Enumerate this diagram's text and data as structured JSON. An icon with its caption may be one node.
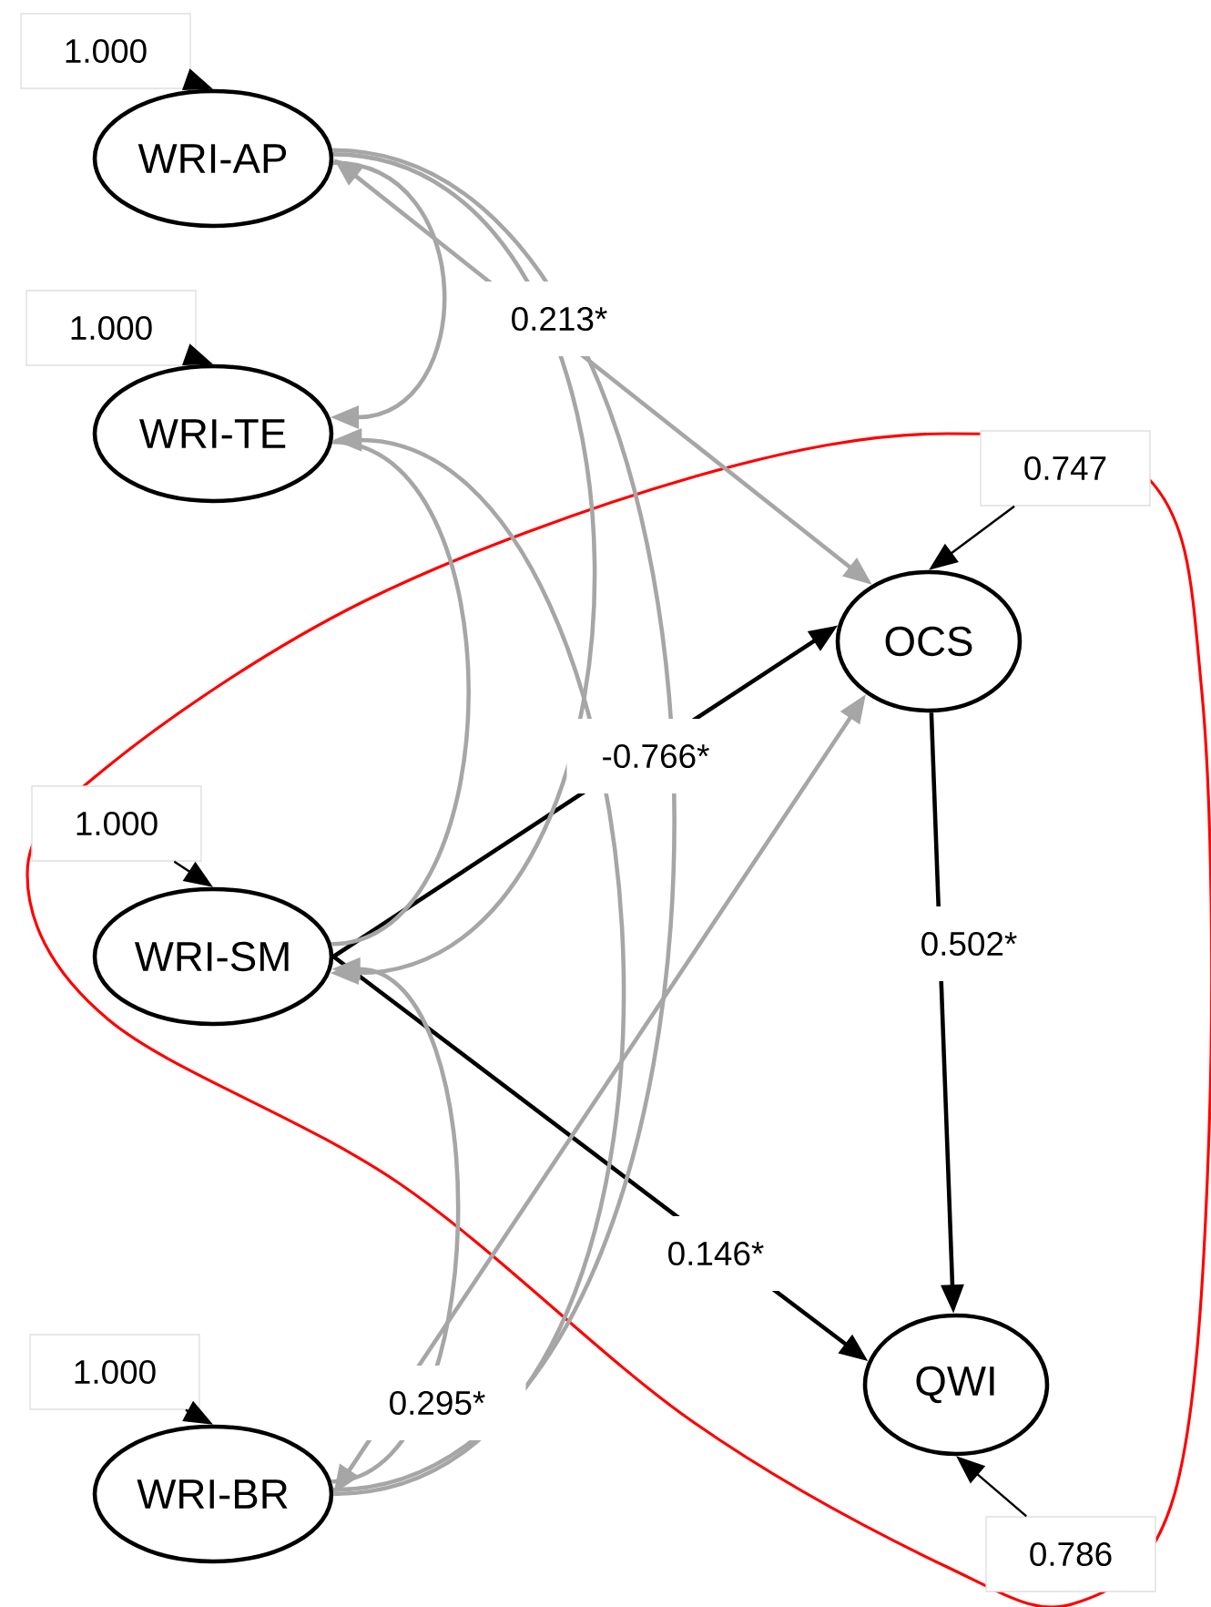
{
  "diagram": {
    "nodes": [
      {
        "text": [
          "1.000"
        ]
      },
      {
        "text": [
          "WRI-AP"
        ]
      },
      {
        "text": [
          "1.000"
        ]
      },
      {
        "text": [
          "WRI-TE"
        ]
      },
      {
        "text": [
          "0.747"
        ]
      },
      {
        "text": [
          "OCS"
        ]
      },
      {
        "text": [
          "1.000"
        ]
      },
      {
        "text": [
          "WRI-SM"
        ]
      },
      {
        "text": [
          "1.000"
        ]
      },
      {
        "text": [
          "QWI"
        ]
      },
      {
        "text": [
          "WRI-BR"
        ]
      },
      {
        "text": [
          "0.786"
        ]
      }
    ],
    "edges": [
      {
        "from": 0,
        "to": 1,
        "arrow": "to",
        "color": "#000000"
      },
      {
        "from": 2,
        "to": 3,
        "arrow": "to",
        "color": "#000000"
      },
      {
        "from": 4,
        "to": 5,
        "arrow": "to",
        "color": "#000000"
      },
      {
        "from": 6,
        "to": 7,
        "arrow": "to",
        "color": "#000000"
      },
      {
        "from": 8,
        "to": 10,
        "arrow": "to",
        "color": "#000000"
      },
      {
        "from": 11,
        "to": 9,
        "arrow": "to",
        "color": "#000000"
      },
      {
        "from": 1,
        "to": 5,
        "arrow": "both",
        "label": "0.213*",
        "color": "#a6a6a6"
      },
      {
        "from": 7,
        "to": 5,
        "arrow": "to",
        "label": "-0.766*",
        "color": "#000000"
      },
      {
        "from": 7,
        "to": 9,
        "arrow": "to",
        "label": "0.146*",
        "color": "#000000"
      },
      {
        "from": 10,
        "to": 5,
        "arrow": "both",
        "label": "0.295*",
        "color": "#a6a6a6"
      },
      {
        "from": 5,
        "to": 9,
        "arrow": "to",
        "label": "0.502*",
        "color": "#000000"
      },
      {
        "from": 1,
        "to": 3,
        "arrow": "to",
        "color": "#a6a6a6"
      },
      {
        "from": 1,
        "to": 7,
        "arrow": "to",
        "color": "#a6a6a6"
      },
      {
        "from": 1,
        "to": 10,
        "arrow": "none",
        "color": "#a6a6a6"
      },
      {
        "from": 10,
        "to": 3,
        "arrow": "to",
        "color": "#a6a6a6"
      },
      {
        "from": 3,
        "to": 7,
        "arrow": "none",
        "color": "#a6a6a6"
      },
      {
        "from": 10,
        "to": 7,
        "arrow": "to",
        "color": "#a6a6a6"
      }
    ]
  }
}
